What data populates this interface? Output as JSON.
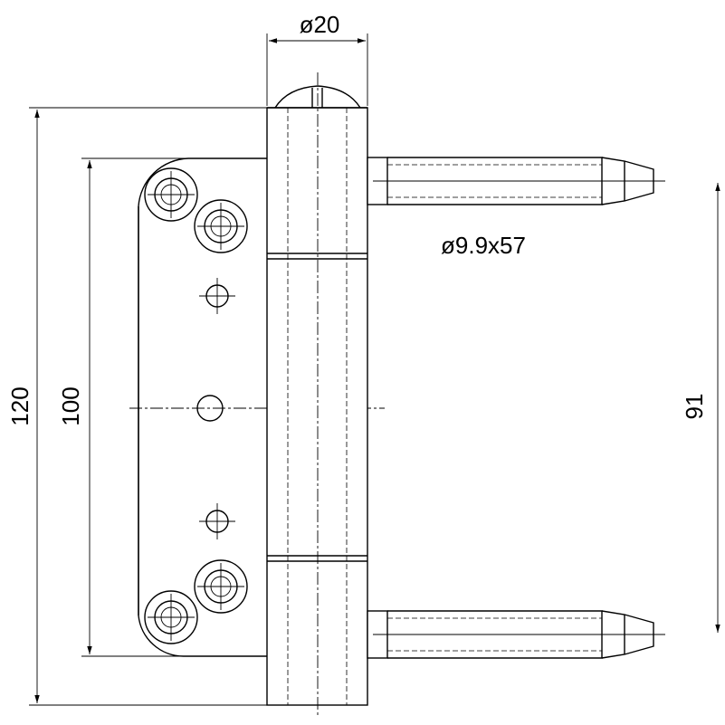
{
  "dimensions": {
    "barrel_diameter": "ø20",
    "pin_spec": "ø9.9x57",
    "overall_height": "120",
    "leaf_height": "100",
    "pin_spacing": "91"
  }
}
